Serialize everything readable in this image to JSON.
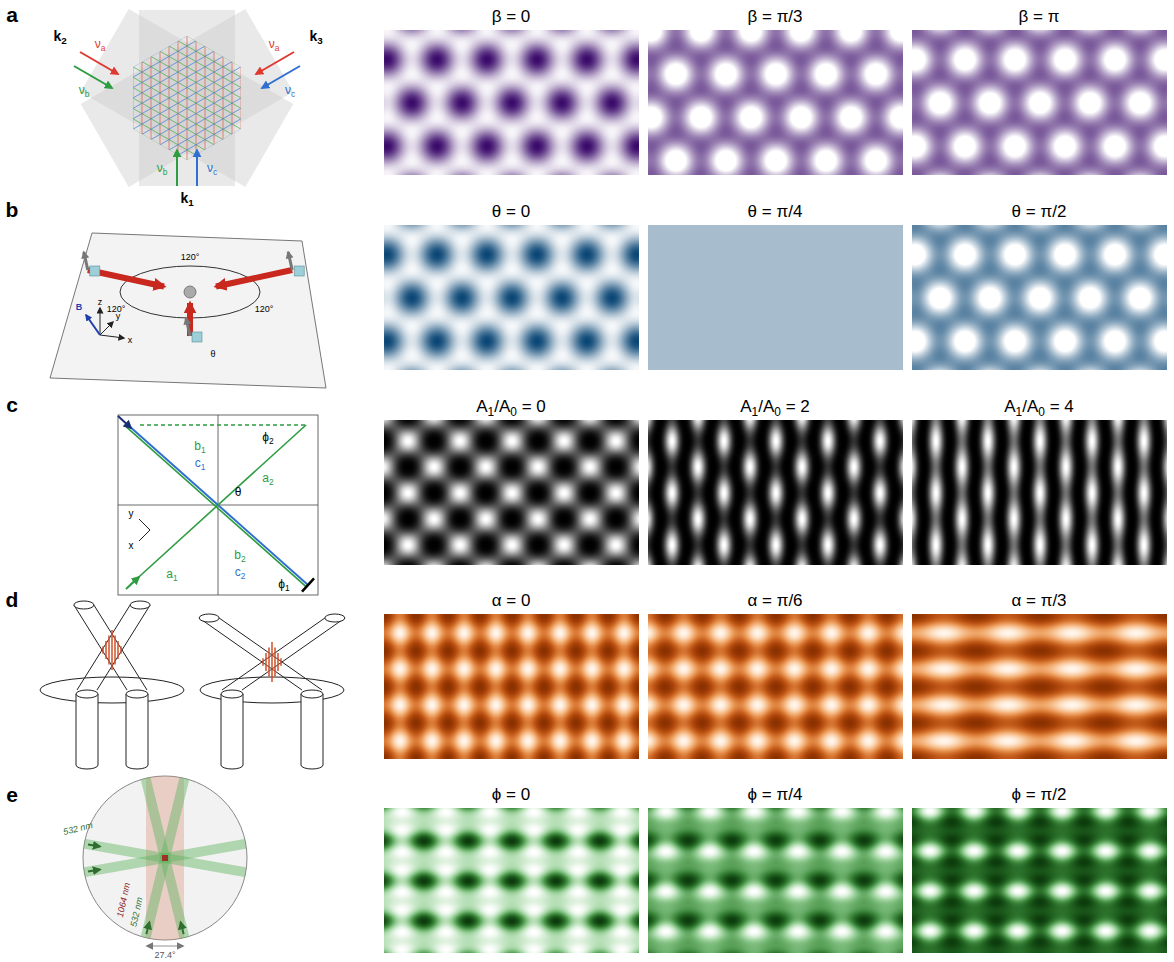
{
  "diagram": {
    "labels": [
      "a",
      "k2",
      "νa",
      "νb",
      "k3",
      "νa",
      "νc",
      "νb",
      "νc",
      "k1",
      "β = 0",
      "β = π/3",
      "β = π",
      "b",
      "x",
      "y",
      "z",
      "B",
      "120°",
      "120°",
      "120°",
      "θ",
      "θ = 0",
      "θ = π/4",
      "θ = π/2",
      "c",
      "b1",
      "c1",
      "ϕ2",
      "a2",
      "θ",
      "y",
      "x",
      "a1",
      "b2",
      "c2",
      "ϕ1",
      "A1/A0 = 0",
      "A1/A0 = 2",
      "A1/A0 = 4",
      "d",
      "α = 0",
      "α = π/6",
      "α = π/3",
      "e",
      "532 nm",
      "1064 nm",
      "532 nm",
      "27.4°",
      "ϕ = 0",
      "ϕ = π/4",
      "ϕ = π/2"
    ]
  }
}
